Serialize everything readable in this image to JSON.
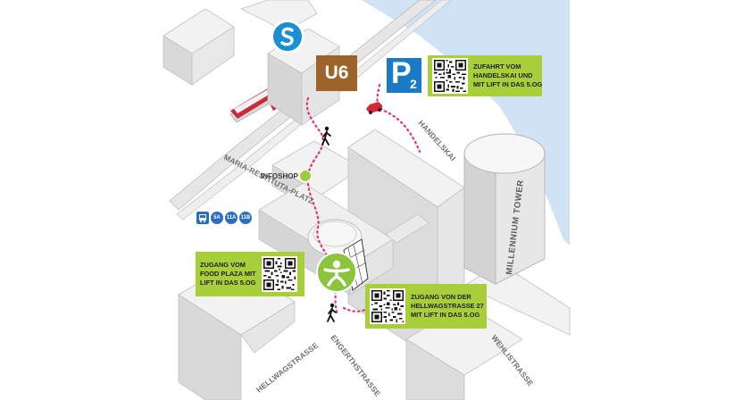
{
  "colors": {
    "water": "#cfe3f5",
    "building_top": "#f2f2f2",
    "building_side": "#d9d9d9",
    "route": "#e3317f",
    "callout": "#a8cf3a",
    "sbahn": "#1b8fd3",
    "u6": "#9e6328",
    "parking": "#1b7ac6",
    "venue": "#8cc43d"
  },
  "transit": {
    "sbahn_icon": "s-bahn-icon",
    "u6_label": "U6",
    "parking_letter": "P",
    "parking_number": "2",
    "bus_lines": [
      "5A",
      "11A",
      "11B"
    ]
  },
  "labels": {
    "infoshop": "INFOSHOP",
    "tower": "MILLENNIUM TOWER"
  },
  "streets": {
    "maria_restituta": "MARIA-RESTITUTA-PLATZ",
    "handelskai": "HANDELSKAI",
    "hellwagstrasse": "HELLWAGSTRASSE",
    "engerthstrasse": "ENGERTHSTRASSE",
    "wehlistrasse": "WEHLISTRASSE"
  },
  "callouts": {
    "handelskai": {
      "lines": [
        "ZUFAHRT VOM",
        "HANDELSKAI UND",
        "MIT LIFT IN DAS 5.OG"
      ]
    },
    "foodplaza": {
      "lines": [
        "ZUGANG VOM",
        "FOOD PLAZA MIT",
        "LIFT IN DAS 5.OG"
      ]
    },
    "hellwag": {
      "lines": [
        "ZUGANG VON DER",
        "HELLWAGSTRASSE 27",
        "MIT LIFT IN DAS 5.OG"
      ]
    }
  }
}
